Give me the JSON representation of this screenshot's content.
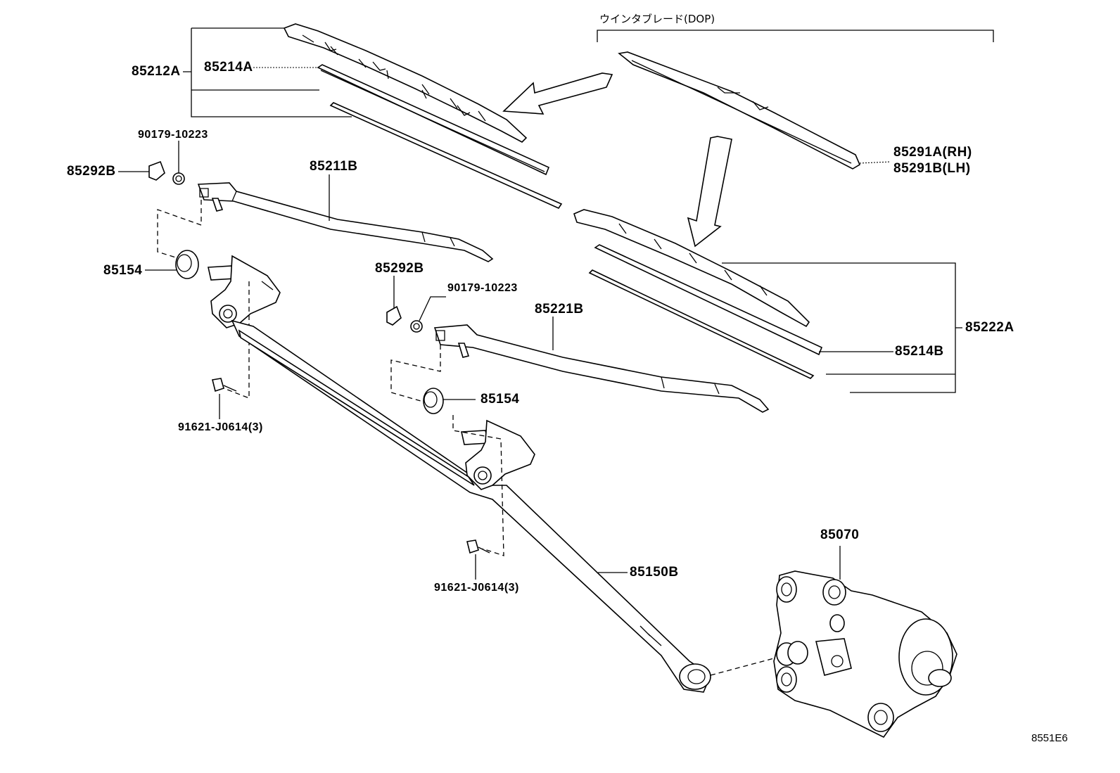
{
  "diagram": {
    "figure_code": "8551E6",
    "optional_group_label": "ウインタブレード(DOP)",
    "labels": {
      "p85212A": "85212A",
      "p85214A": "85214A",
      "p90179_left": "90179-10223",
      "p85292B_left": "85292B",
      "p85211B": "85211B",
      "p85154_left": "85154",
      "p91621_left": "91621-J0614(3)",
      "p85292B_mid": "85292B",
      "p90179_mid": "90179-10223",
      "p85221B": "85221B",
      "p85154_mid": "85154",
      "p91621_mid": "91621-J0614(3)",
      "p85150B": "85150B",
      "p85070": "85070",
      "p85291A": "85291A(RH)",
      "p85291B": "85291B(LH)",
      "p85214B": "85214B",
      "p85222A": "85222A"
    }
  }
}
